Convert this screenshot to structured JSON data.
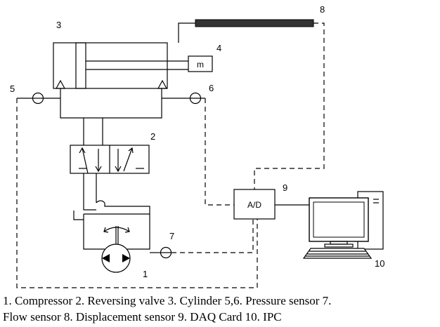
{
  "labels": {
    "compressor": "1",
    "reversing_valve": "2",
    "cylinder": "3",
    "mass_block": "4",
    "mass_symbol": "m",
    "pressure_sensor_left": "5",
    "pressure_sensor_right": "6",
    "flow_sensor": "7",
    "displacement_sensor": "8",
    "daq_card": "9",
    "daq_box_text": "A/D",
    "ipc": "10"
  },
  "caption": {
    "line1": "1. Compressor  2. Reversing valve  3. Cylinder  5,6. Pressure sensor 7.",
    "line2": "Flow sensor  8. Displacement sensor  9. DAQ Card 10. IPC"
  }
}
